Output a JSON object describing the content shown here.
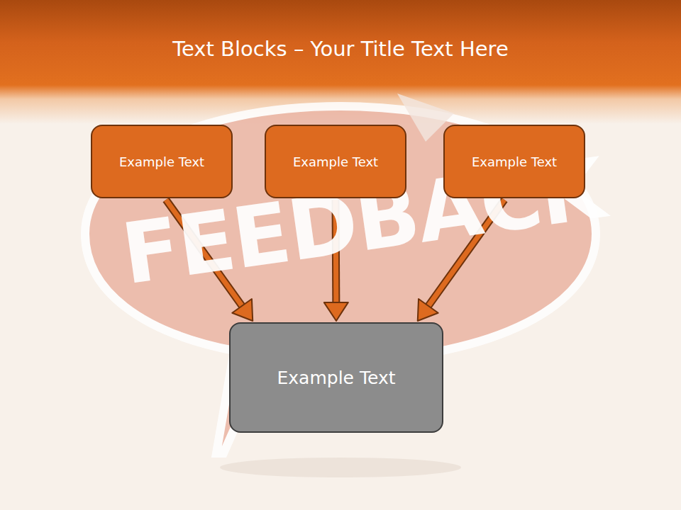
{
  "diagram": {
    "title": "Text Blocks – Your Title Text Here",
    "nodes": [
      {
        "text": [
          "Example Text"
        ]
      },
      {
        "text": [
          "Example Text"
        ]
      },
      {
        "text": [
          "Example Text"
        ]
      },
      {
        "text": [
          "Example Text"
        ]
      }
    ],
    "edges": [
      {
        "from": 0,
        "to": 3,
        "arrow": "to"
      },
      {
        "from": 1,
        "to": 3,
        "arrow": "to"
      },
      {
        "from": 2,
        "to": 3,
        "arrow": "to"
      }
    ],
    "labels": [
      "FEEDBACK"
    ]
  }
}
